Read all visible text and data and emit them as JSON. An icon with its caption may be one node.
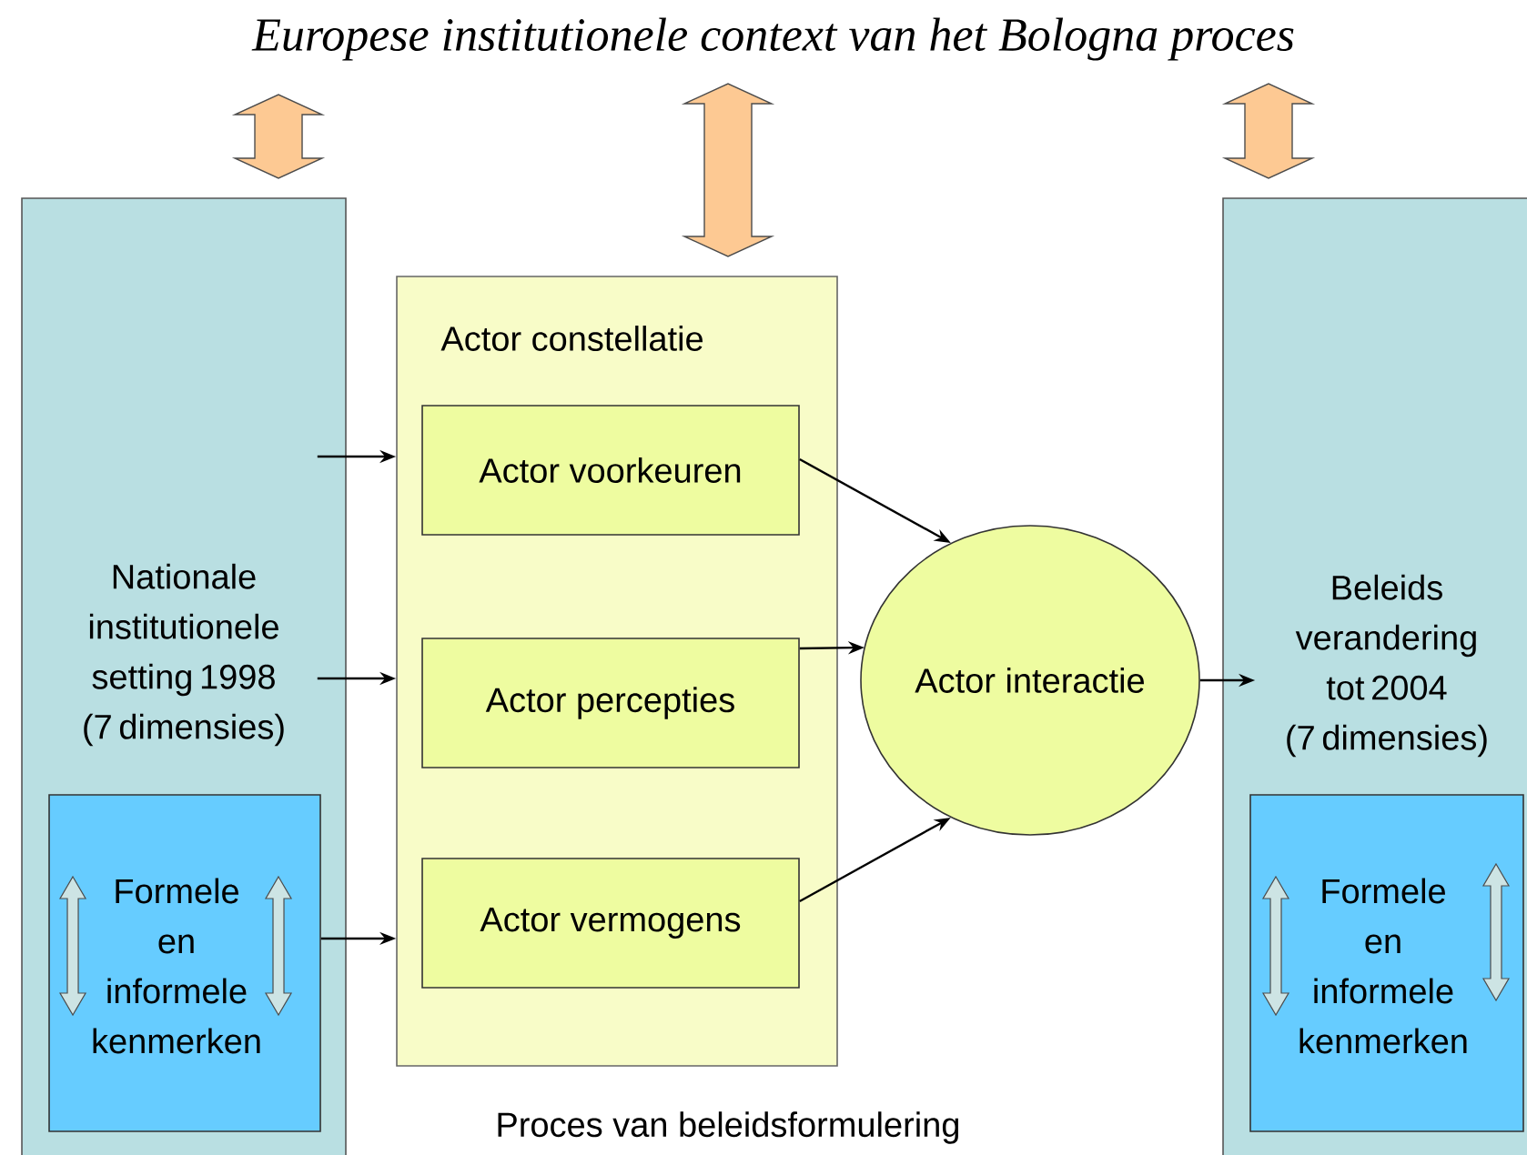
{
  "diagram": {
    "nodes": [
      {
        "text": [
          "Europese institutionele context van het Bologna proces"
        ]
      },
      {
        "text": [
          "Nationale institutionele setting 1998 (7 dimensies)"
        ]
      },
      {
        "text": [
          "Formele en informele kenmerken"
        ],
        "in": 1
      },
      {
        "text": [
          "Actor constellatie"
        ],
        "beside": [
          "Proces van beleidsformulering"
        ]
      },
      {
        "text": [
          "Actor voorkeuren"
        ],
        "in": 3
      },
      {
        "text": [
          "Actor percepties"
        ],
        "in": 3
      },
      {
        "text": [
          "Actor vermogens"
        ],
        "in": 3
      },
      {
        "text": [
          "Actor interactie"
        ]
      },
      {
        "text": [
          "Beleids verandering tot 2004 (7 dimensies)"
        ]
      },
      {
        "text": [
          "Formele en informele kenmerken"
        ],
        "in": 8
      }
    ],
    "edges": [
      {
        "from": 0,
        "to": 1,
        "arrow": "both",
        "style": "thick",
        "color": "#fdc993"
      },
      {
        "from": 0,
        "to": 3,
        "arrow": "both",
        "style": "thick",
        "color": "#fdc993"
      },
      {
        "from": 0,
        "to": 8,
        "arrow": "both",
        "style": "thick",
        "color": "#fdc993"
      },
      {
        "from": 1,
        "to": 3,
        "arrow": "to"
      },
      {
        "from": 1,
        "to": 3,
        "arrow": "to"
      },
      {
        "from": 2,
        "to": 3,
        "arrow": "to"
      },
      {
        "from": 4,
        "to": 7,
        "arrow": "to"
      },
      {
        "from": 5,
        "to": 7,
        "arrow": "to"
      },
      {
        "from": 6,
        "to": 7,
        "arrow": "to"
      },
      {
        "from": 7,
        "to": 8,
        "arrow": "to"
      }
    ]
  }
}
